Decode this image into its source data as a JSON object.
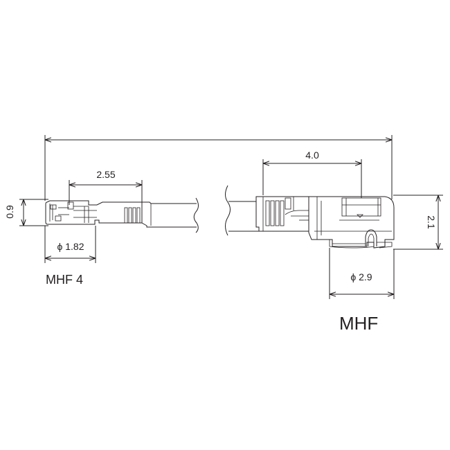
{
  "dimensions": {
    "overall": "",
    "mhf_length": "4.0",
    "mhf4_length": "2.55",
    "mhf4_height": "0.9",
    "mhf4_diameter": "ϕ 1.82",
    "mhf_height": "2.1",
    "mhf_diameter": "ϕ 2.9"
  },
  "labels": {
    "mhf4": "MHF 4",
    "mhf": "MHF"
  },
  "colors": {
    "line": "#231f20",
    "background": "#ffffff"
  }
}
